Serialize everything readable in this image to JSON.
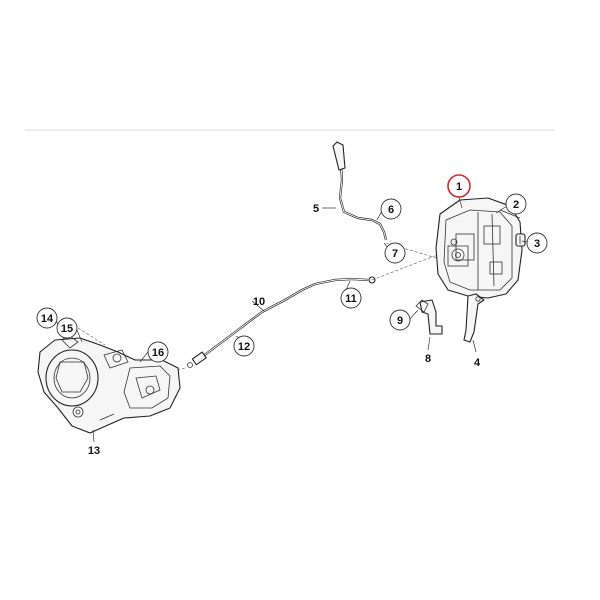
{
  "callouts": [
    {
      "id": "c1",
      "label": "1",
      "circled": true,
      "highlight": true
    },
    {
      "id": "c2",
      "label": "2",
      "circled": true
    },
    {
      "id": "c3",
      "label": "3",
      "circled": true
    },
    {
      "id": "c4",
      "label": "4",
      "circled": false
    },
    {
      "id": "c5",
      "label": "5",
      "circled": false
    },
    {
      "id": "c6",
      "label": "6",
      "circled": true
    },
    {
      "id": "c7",
      "label": "7",
      "circled": true
    },
    {
      "id": "c8",
      "label": "8",
      "circled": false
    },
    {
      "id": "c9",
      "label": "9",
      "circled": true
    },
    {
      "id": "c10",
      "label": "10",
      "circled": false
    },
    {
      "id": "c11",
      "label": "11",
      "circled": true
    },
    {
      "id": "c12",
      "label": "12",
      "circled": true
    },
    {
      "id": "c13",
      "label": "13",
      "circled": false
    },
    {
      "id": "c14",
      "label": "14",
      "circled": true
    },
    {
      "id": "c15",
      "label": "15",
      "circled": true
    },
    {
      "id": "c16",
      "label": "16",
      "circled": true
    }
  ],
  "colors": {
    "line": "#222222",
    "highlight": "#cc2a2a",
    "rule": "#d8d8d8"
  }
}
